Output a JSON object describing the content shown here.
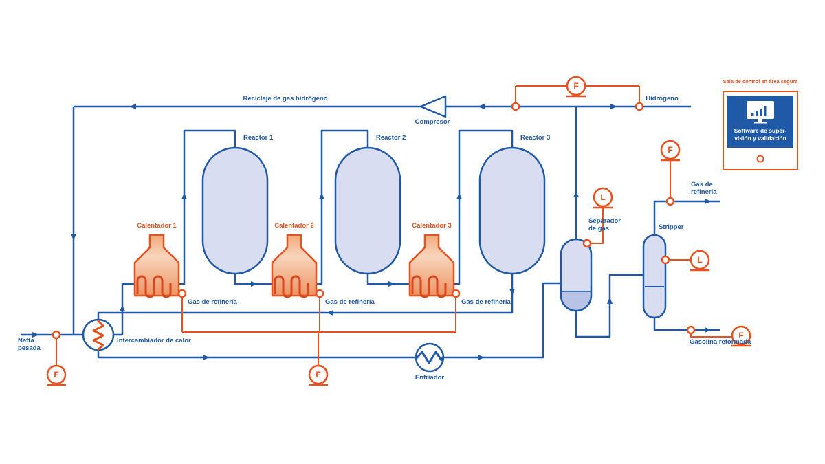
{
  "colors": {
    "line_blue": "#2059a6",
    "vessel_fill": "#d9ddf2",
    "liquid_fill": "#b9c3e6",
    "accent_orange": "#e8511d"
  },
  "labels": {
    "recycle_line": "Reciclaje de gas hidrógeno",
    "hydrogen": "Hidrógeno",
    "compressor": "Compresor",
    "reactor_1": "Reactor 1",
    "reactor_2": "Reactor 2",
    "reactor_3": "Reactor 3",
    "heater_1": "Calentador 1",
    "heater_2": "Calentador 2",
    "heater_3": "Calentador 3",
    "fuel_gas_1": "Gas de refinería",
    "fuel_gas_2": "Gas de refinería",
    "fuel_gas_3": "Gas de refinería",
    "heat_exchanger": "Intercambiador de calor",
    "feed_line1": "Nafta",
    "feed_line2": "pesada",
    "cooler": "Enfriador",
    "separator_line1": "Separador",
    "separator_line2": "de gas",
    "stripper": "Stripper",
    "refinery_gas_line1": "Gas de",
    "refinery_gas_line2": "refinería",
    "reformate": "Gasolina reformada",
    "control_room": "Sala de control en área segura",
    "software_line1": "Software de super-",
    "software_line2": "visión y validación"
  },
  "instruments": {
    "flow": "F",
    "level": "L"
  }
}
